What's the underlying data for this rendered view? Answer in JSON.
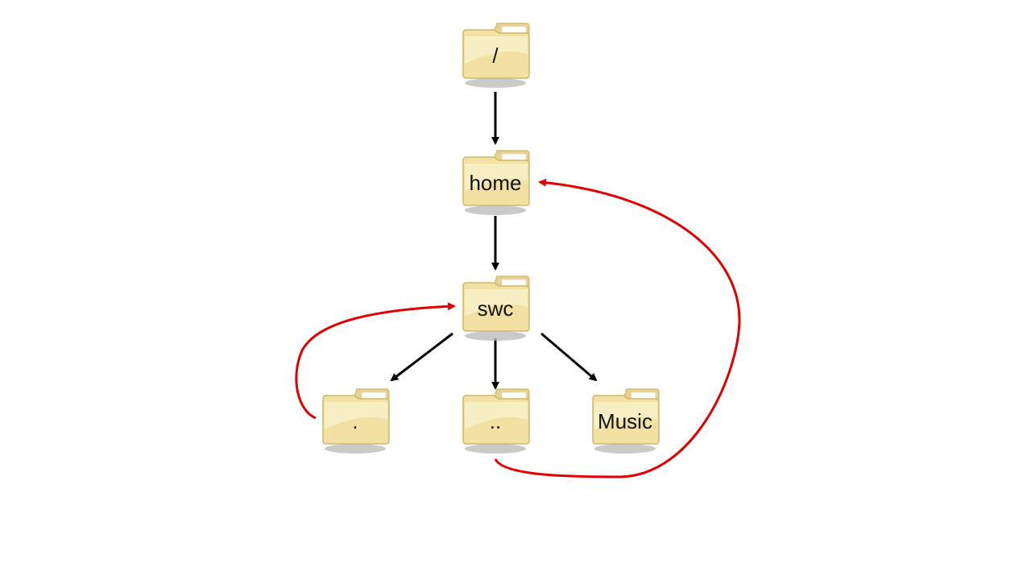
{
  "diagram": {
    "nodes": [
      {
        "id": "root",
        "label": "/"
      },
      {
        "id": "home",
        "label": "home"
      },
      {
        "id": "swc",
        "label": "swc"
      },
      {
        "id": "dot",
        "label": "."
      },
      {
        "id": "dotdot",
        "label": ".."
      },
      {
        "id": "music",
        "label": "Music"
      }
    ],
    "edges": [
      {
        "from": "root",
        "to": "home",
        "kind": "child"
      },
      {
        "from": "home",
        "to": "swc",
        "kind": "child"
      },
      {
        "from": "swc",
        "to": "dot",
        "kind": "child"
      },
      {
        "from": "swc",
        "to": "dotdot",
        "kind": "child"
      },
      {
        "from": "swc",
        "to": "music",
        "kind": "child"
      },
      {
        "from": "dot",
        "to": "swc",
        "kind": "reference"
      },
      {
        "from": "dotdot",
        "to": "home",
        "kind": "reference"
      }
    ],
    "colors": {
      "child_edge": "#000000",
      "reference_edge": "#e00000",
      "folder_fill": "#f3e2a4",
      "folder_edge": "#d2bd72"
    }
  }
}
